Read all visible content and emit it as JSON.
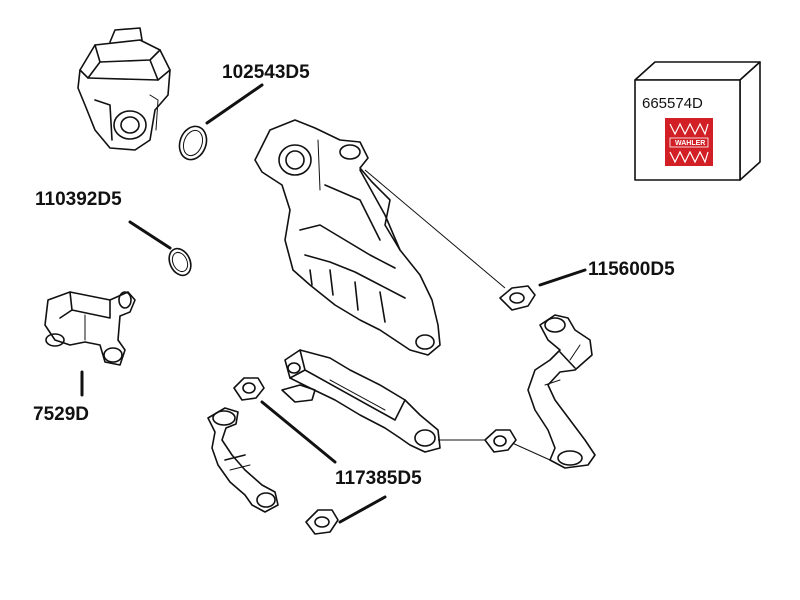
{
  "brand": {
    "logo_text": "WAHLER",
    "logo_color": "#d21f26"
  },
  "kit": {
    "part_number": "665574D"
  },
  "parts": {
    "egr_valve_seal": "102543D5",
    "small_seal": "110392D5",
    "thermostat": "7529D",
    "pipe_gasket": "115600D5",
    "cooler_gasket": "117385D5"
  },
  "icons": [
    "egr-valve-icon",
    "o-ring-icon",
    "thermostat-housing-icon",
    "intake-manifold-icon",
    "egr-cooler-icon",
    "egr-pipe-icon",
    "gasket-icon",
    "kit-box-icon"
  ]
}
